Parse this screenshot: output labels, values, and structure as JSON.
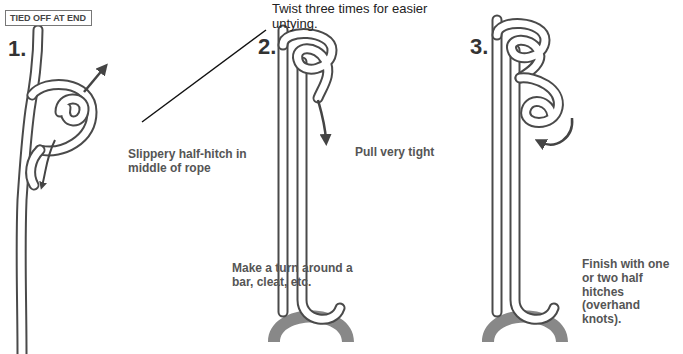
{
  "diagram": {
    "nodes": [
      {
        "text": [
          "TIED OFF AT END"
        ]
      }
    ],
    "labels": [
      "1.",
      "2.",
      "3.",
      "Twist three times for easier untying.",
      "Slippery half-hitch in middle of rope",
      "Pull very tight",
      "Make a turn around a bar, cleat, etc.",
      "Finish with one or two half hitches (overhand knots)."
    ]
  }
}
